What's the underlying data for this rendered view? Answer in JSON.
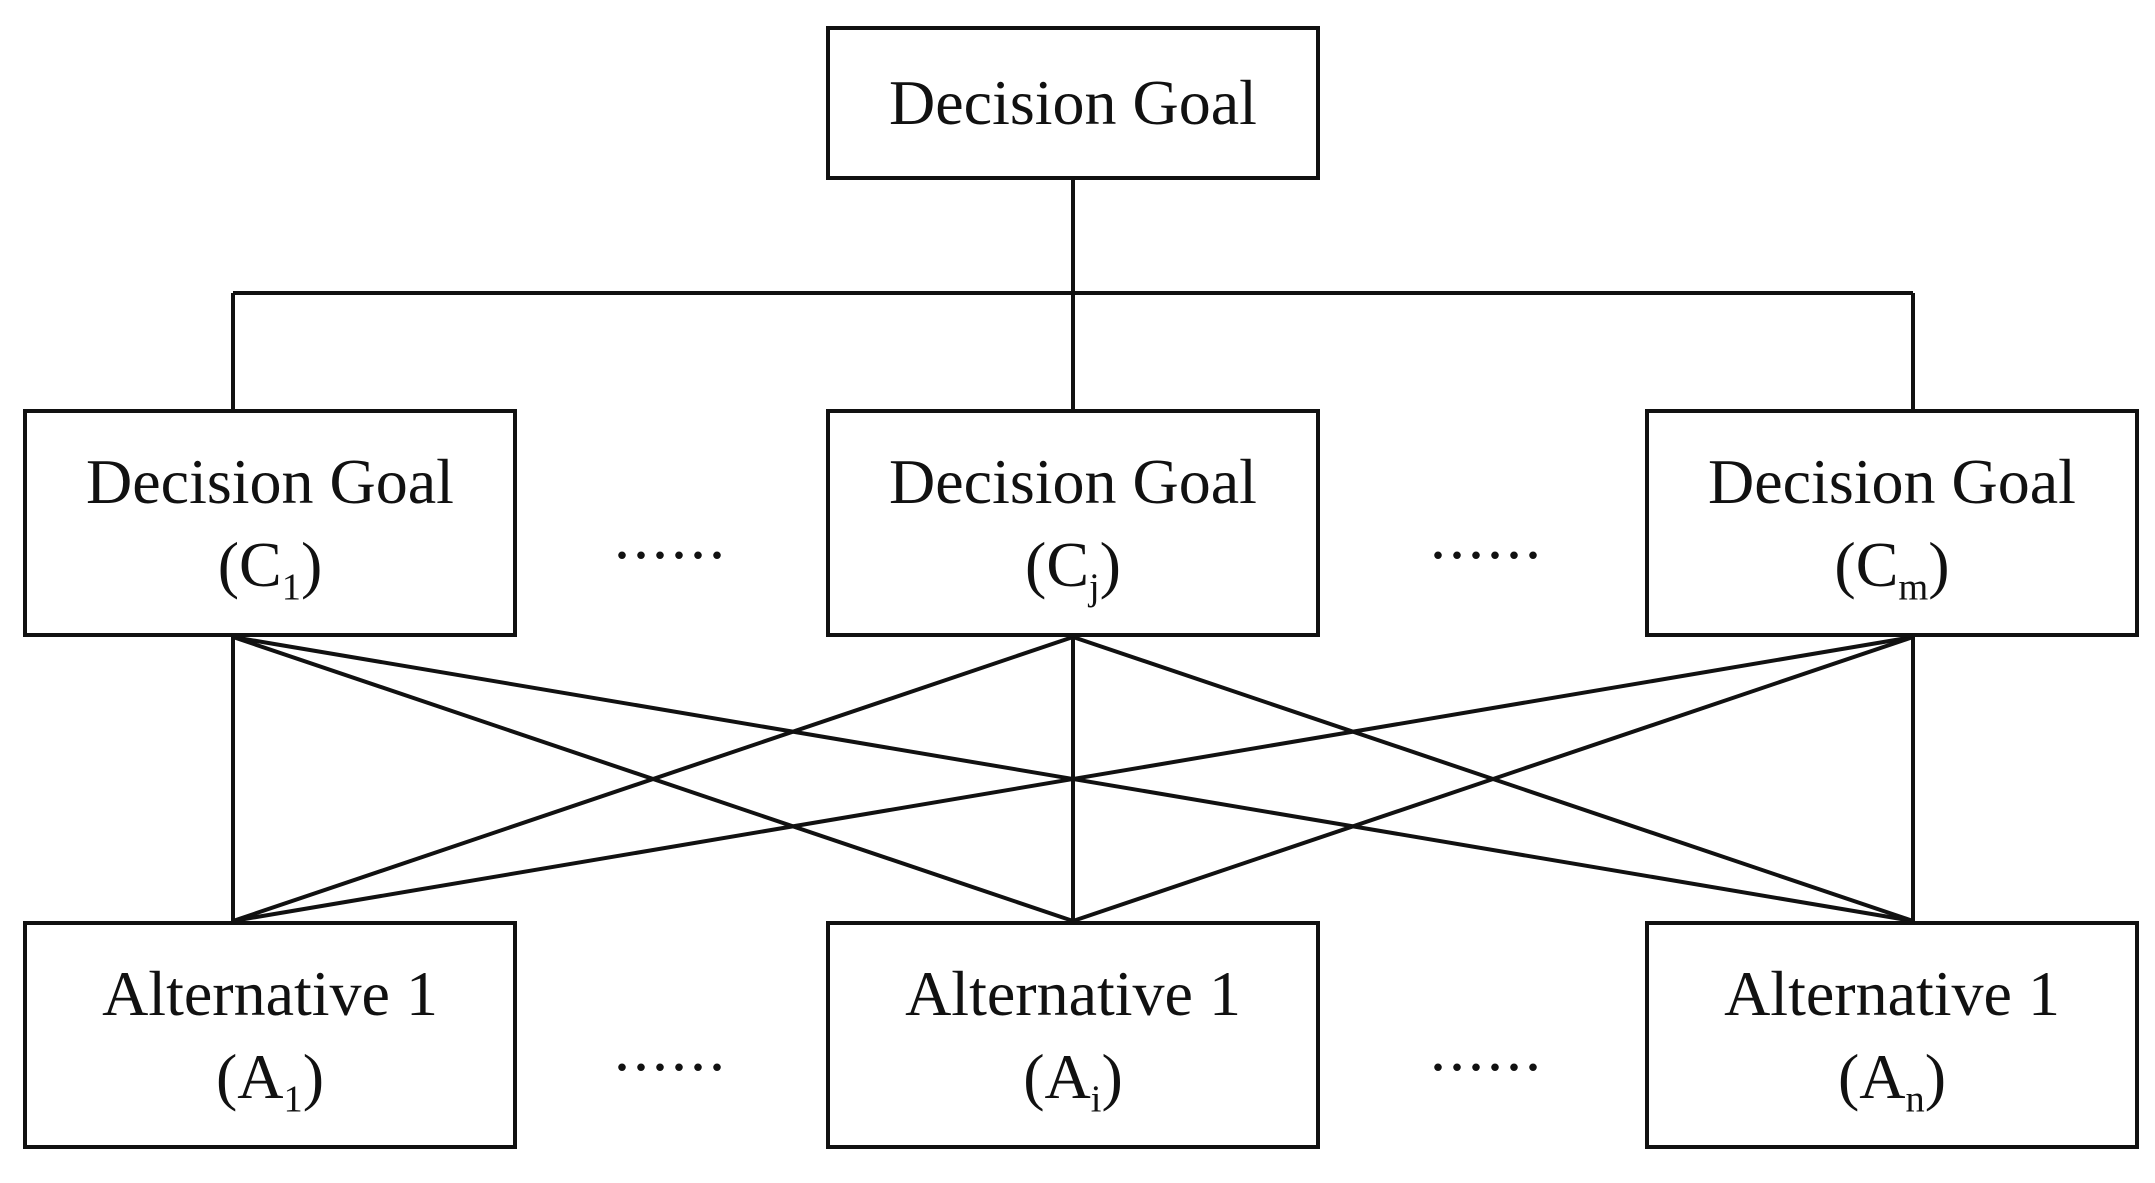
{
  "goal": {
    "label": "Decision Goal"
  },
  "criteria": [
    {
      "label": "Decision Goal",
      "prefix": "(C",
      "sub": "1",
      "suffix": ")"
    },
    {
      "label": "Decision Goal",
      "prefix": "(C",
      "sub": "j",
      "suffix": ")"
    },
    {
      "label": "Decision Goal",
      "prefix": "(C",
      "sub": "m",
      "suffix": ")"
    }
  ],
  "alternatives": [
    {
      "label": "Alternative 1",
      "prefix": "(A",
      "sub": "1",
      "suffix": ")"
    },
    {
      "label": "Alternative 1",
      "prefix": "(A",
      "sub": "i",
      "suffix": ")"
    },
    {
      "label": "Alternative 1",
      "prefix": "(A",
      "sub": "n",
      "suffix": ")"
    }
  ],
  "ellipsis": "......"
}
